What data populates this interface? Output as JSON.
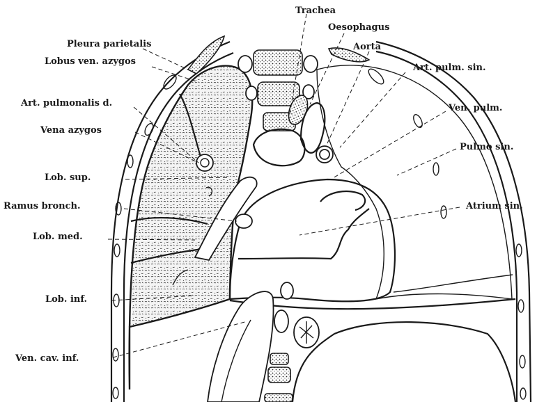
{
  "labels": {
    "trachea": "Trachea",
    "oesophagus": "Oesophagus",
    "aorta": "Aorta",
    "pleura_parietalis": "Pleura parietalis",
    "lobus_ven_azygos": "Lobus ven. azygos",
    "art_pulm_sin": "Art. pulm. sin.",
    "art_pulmonalis_d": "Art. pulmonalis d.",
    "ven_pulm": "Ven. pulm.",
    "vena_azygos": "Vena azygos",
    "pulmo_sin": "Pulmo sin.",
    "lob_sup": "Lob. sup.",
    "ramus_bronch": "Ramus bronch.",
    "atrium_sin": "Atrium sin.",
    "lob_med": "Lob. med.",
    "lob_inf": "Lob. inf.",
    "ven_cav_inf": "Ven. cav. inf."
  }
}
